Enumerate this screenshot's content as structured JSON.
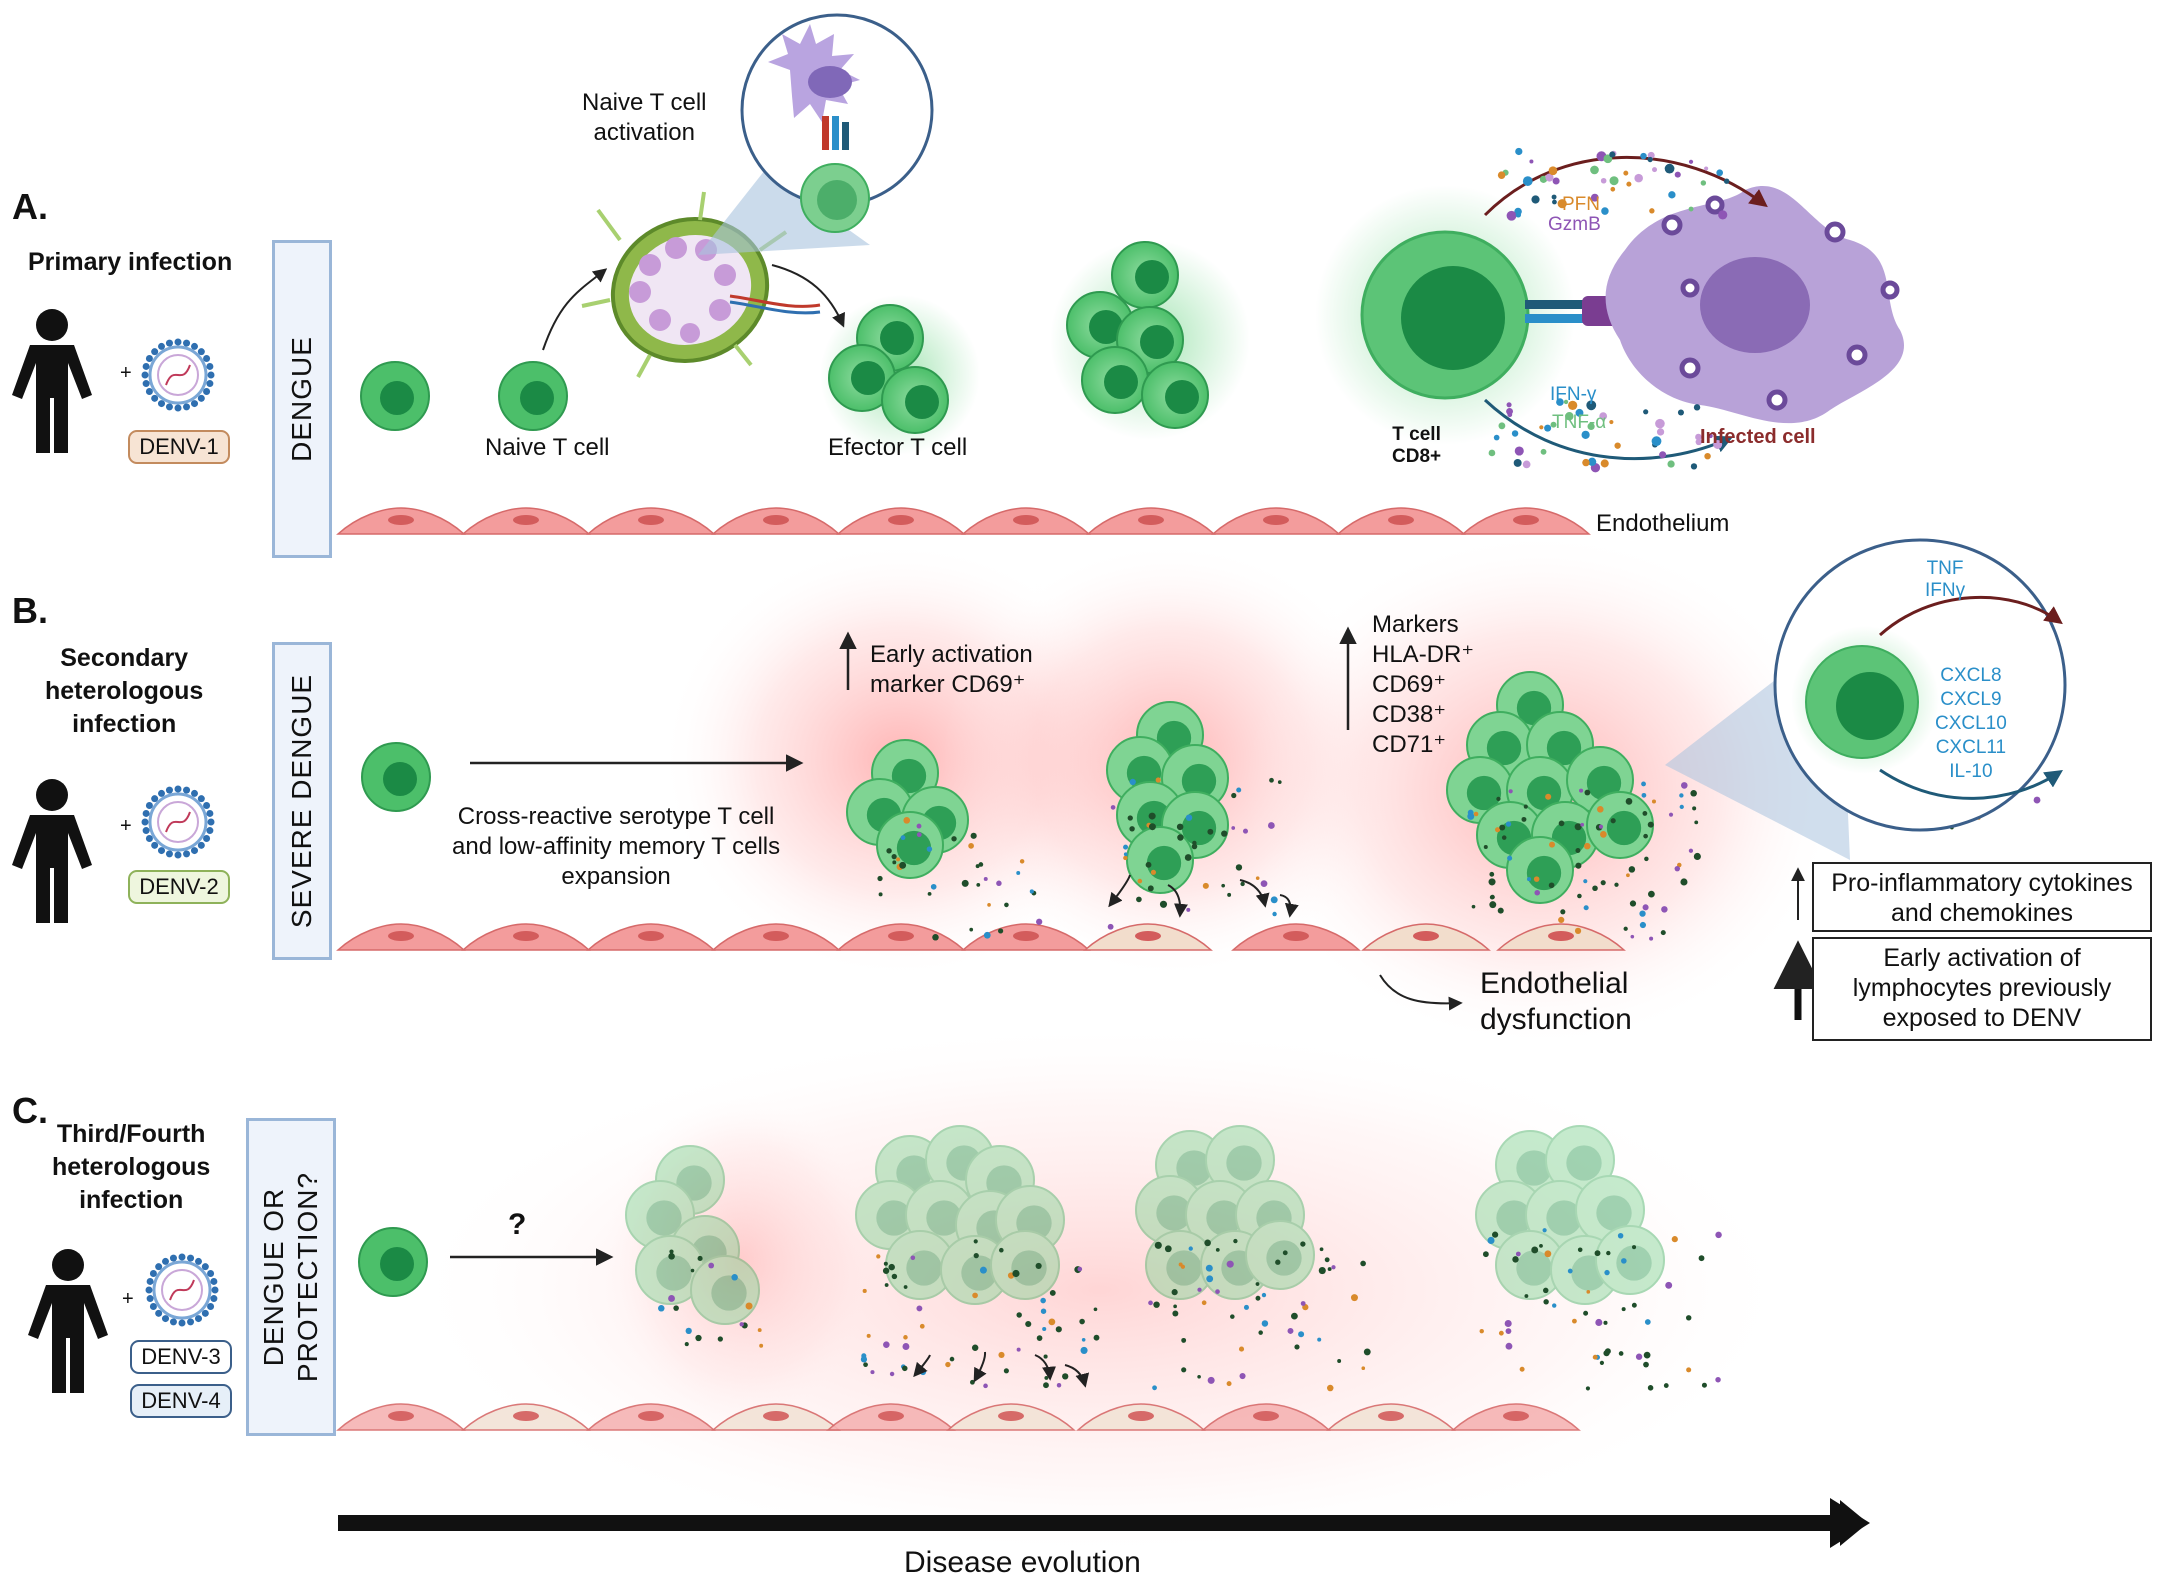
{
  "panel_a": {
    "letter": "A.",
    "infection_label": "Primary infection",
    "vertical_label": "DENGUE",
    "serotype_tag": "DENV-1",
    "plus": "+",
    "naive_activation": "Naive T cell\nactivation",
    "naive_label": "Naive T cell",
    "effector_label": "Efector T cell",
    "cytolytic_1": "PFN",
    "cytolytic_2": "GzmB",
    "cytokine_1": "IFN-γ",
    "cytokine_2": "TNF-α",
    "tcell_label": "T cell\nCD8+",
    "infected_label": "Infected cell",
    "endothelium_label": "Endothelium"
  },
  "panel_b": {
    "letter": "B.",
    "infection_label": "Secondary\nheterologous\ninfection",
    "vertical_label": "SEVERE DENGUE",
    "serotype_tag": "DENV-2",
    "plus": "+",
    "expansion_label": "Cross-reactive serotype T cell\nand low-affinity memory T cells\nexpansion",
    "early_marker": "Early activation\nmarker CD69⁺",
    "markers": "Markers\nHLA-DR⁺\nCD69⁺\nCD38⁺\nCD71⁺",
    "zoom_top": "TNF\nIFNγ",
    "zoom_bottom": "CXCL8\nCXCL9\nCXCL10\nCXCL11\nIL-10",
    "endothelial_label": "Endothelial\ndysfunction",
    "box1": "Pro-inflammatory cytokines\nand chemokines",
    "box2": "Early activation of\nlymphocytes previously\nexposed to DENV"
  },
  "panel_c": {
    "letter": "C.",
    "infection_label": "Third/Fourth\nheterologous\ninfection",
    "vertical_label": "DENGUE OR\nPROTECTION?",
    "serotype_tag_1": "DENV-3",
    "serotype_tag_2": "DENV-4",
    "plus": "+",
    "question": "?"
  },
  "footer": {
    "axis_label": "Disease evolution"
  },
  "colors": {
    "tcell_green": "#3fae5f",
    "tcell_dark": "#1b8a45",
    "endothelium": "#f08c8c",
    "damaged_endothelium": "#f1dccb",
    "infected": "#b8a2d8",
    "inflammation": "#ff6b6b",
    "cytokine_blue": "#2a8fc9",
    "pfn_orange": "#d98a2b",
    "gzmb_purple": "#8e55b5",
    "infected_label_red": "#8b2c2c"
  }
}
